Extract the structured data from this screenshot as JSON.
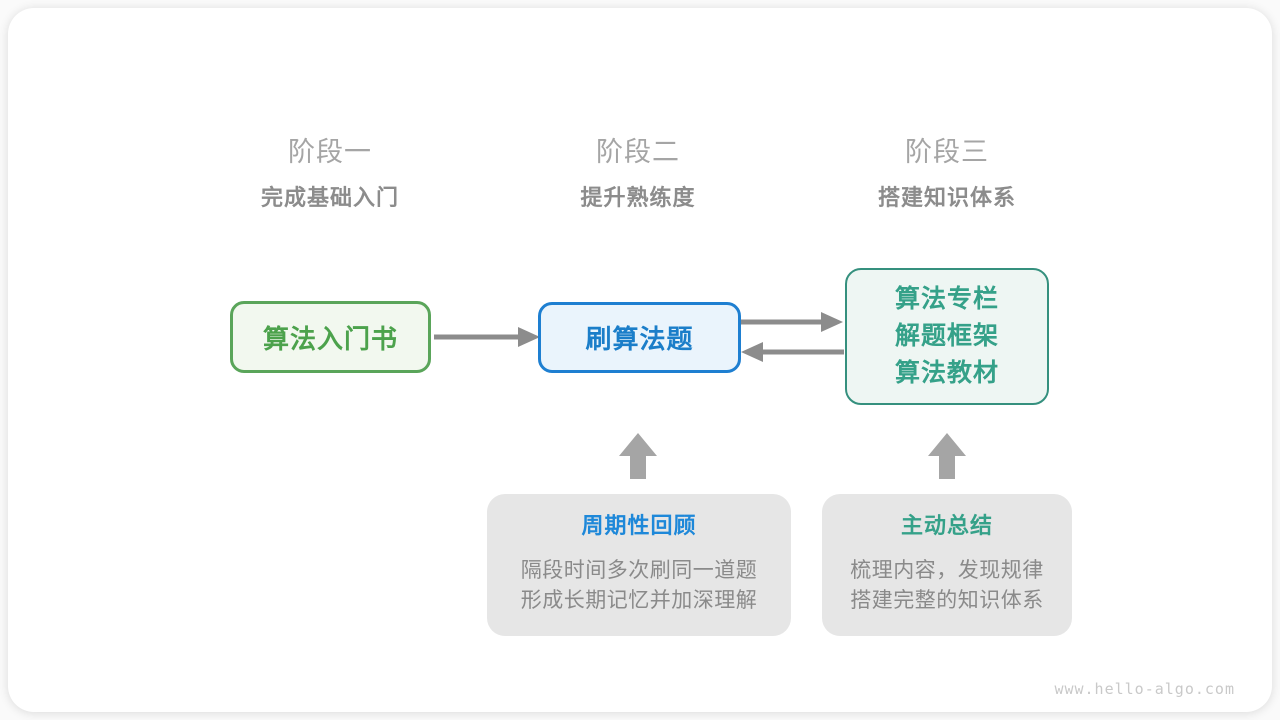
{
  "stages": [
    {
      "label": "阶段一",
      "subtitle": "完成基础入门"
    },
    {
      "label": "阶段二",
      "subtitle": "提升熟练度"
    },
    {
      "label": "阶段三",
      "subtitle": "搭建知识体系"
    }
  ],
  "nodes": [
    {
      "label": "算法入门书"
    },
    {
      "label": "刷算法题"
    },
    {
      "lines": [
        "算法专栏",
        "解题框架",
        "算法教材"
      ]
    }
  ],
  "callouts": [
    {
      "title": "周期性回顾",
      "lines": [
        "隔段时间多次刷同一道题",
        "形成长期记忆并加深理解"
      ]
    },
    {
      "title": "主动总结",
      "lines": [
        "梳理内容，发现规律",
        "搭建完整的知识体系"
      ]
    }
  ],
  "arrows": [
    {
      "from": "算法入门书",
      "to": "刷算法题",
      "direction": "right"
    },
    {
      "from": "刷算法题",
      "to": "算法专栏 解题框架 算法教材",
      "direction": "right"
    },
    {
      "from": "算法专栏 解题框架 算法教材",
      "to": "刷算法题",
      "direction": "left"
    },
    {
      "from": "周期性回顾",
      "to": "刷算法题",
      "direction": "up"
    },
    {
      "from": "主动总结",
      "to": "算法专栏 解题框架 算法教材",
      "direction": "up"
    }
  ],
  "watermark": "www.hello-algo.com",
  "colors": {
    "stage_label": "#a5a5a5",
    "stage_subtitle": "#8c8c8c",
    "green_border": "#5aa55a",
    "green_bg": "#f2f8ef",
    "green_text": "#4ca24c",
    "blue_border": "#1e7fd1",
    "blue_bg": "#eaf4fc",
    "blue_text": "#1b7ec9",
    "teal_border": "#35907e",
    "teal_bg": "#eef6f3",
    "teal_text": "#35a189",
    "callout_bg": "#e6e6e6",
    "callout_body_text": "#8a8a8a",
    "callout_title_blue": "#1e88d9",
    "callout_title_teal": "#35a189",
    "arrow_gray": "#8c8c8c",
    "block_arrow_gray": "#a5a5a5",
    "watermark_gray": "#c9c9c9"
  }
}
